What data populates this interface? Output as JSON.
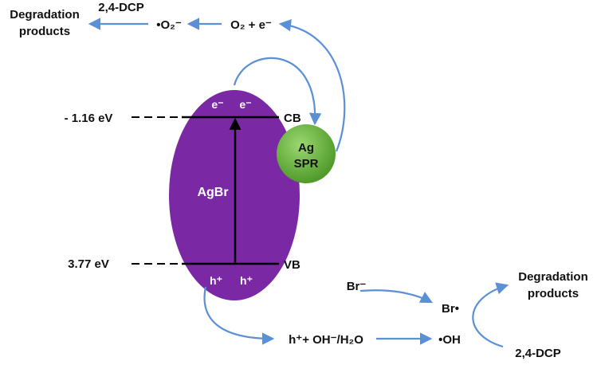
{
  "colors": {
    "ellipse": "#7b28a4",
    "sphere_light": "#9bd870",
    "sphere_dark": "#4f9a2a",
    "arrow": "#5b8fd6",
    "text": "#111111",
    "text_on_ellipse": "#ffffff"
  },
  "top_left": {
    "degradation_line1": "Degradation",
    "degradation_line2": "products",
    "dcp": "2,4-DCP",
    "superoxide": "•O₂⁻",
    "o2_plus_e": "O₂ + e⁻"
  },
  "levels": {
    "cb_energy": "- 1.16 eV",
    "vb_energy": "3.77 eV",
    "cb_label": "CB",
    "vb_label": "VB"
  },
  "semiconductor": {
    "name": "AgBr",
    "electron1": "e⁻",
    "electron2": "e⁻",
    "hole1": "h⁺",
    "hole2": "h⁺"
  },
  "plasmon": {
    "line1": "Ag",
    "line2": "SPR"
  },
  "bottom_right": {
    "bromide": "Br⁻",
    "bromine_radical": "Br•",
    "hole_reaction": "h⁺+ OH⁻/H₂O",
    "hydroxyl_radical": "•OH",
    "degradation_line1": "Degradation",
    "degradation_line2": "products",
    "dcp": "2,4-DCP"
  }
}
